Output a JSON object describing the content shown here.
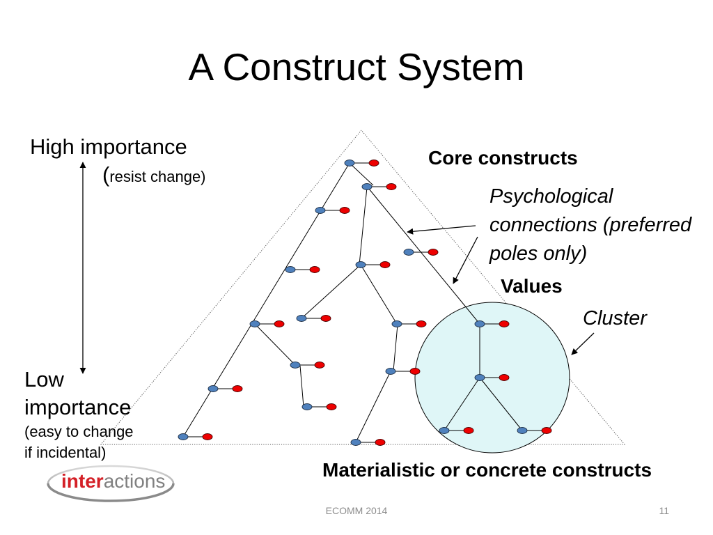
{
  "slide": {
    "title": "A Construct System"
  },
  "scale": {
    "high": "High importance",
    "resist_open": "(",
    "resist": "resist change)",
    "low": "Low",
    "low_importance": "importance",
    "easy": "(easy to change",
    "incidental": "if incidental)"
  },
  "diagram": {
    "core": "Core constructs",
    "psychological": [
      "Psychological",
      "connections (preferred",
      "poles only)"
    ],
    "values": "Values",
    "cluster": "Cluster",
    "materialistic": "Materialistic or concrete constructs"
  },
  "logo": {
    "inter": "inter",
    "actions": "actions"
  },
  "footer": {
    "event": "ECOMM 2014",
    "page": "11"
  },
  "colors": {
    "pole_blue": "#4f81bd",
    "pole_red": "#ee0000",
    "cluster_fill": "#dff6f7",
    "logo_red": "#d42027",
    "logo_gray": "#808080",
    "footer_gray": "#8c8c8c"
  }
}
